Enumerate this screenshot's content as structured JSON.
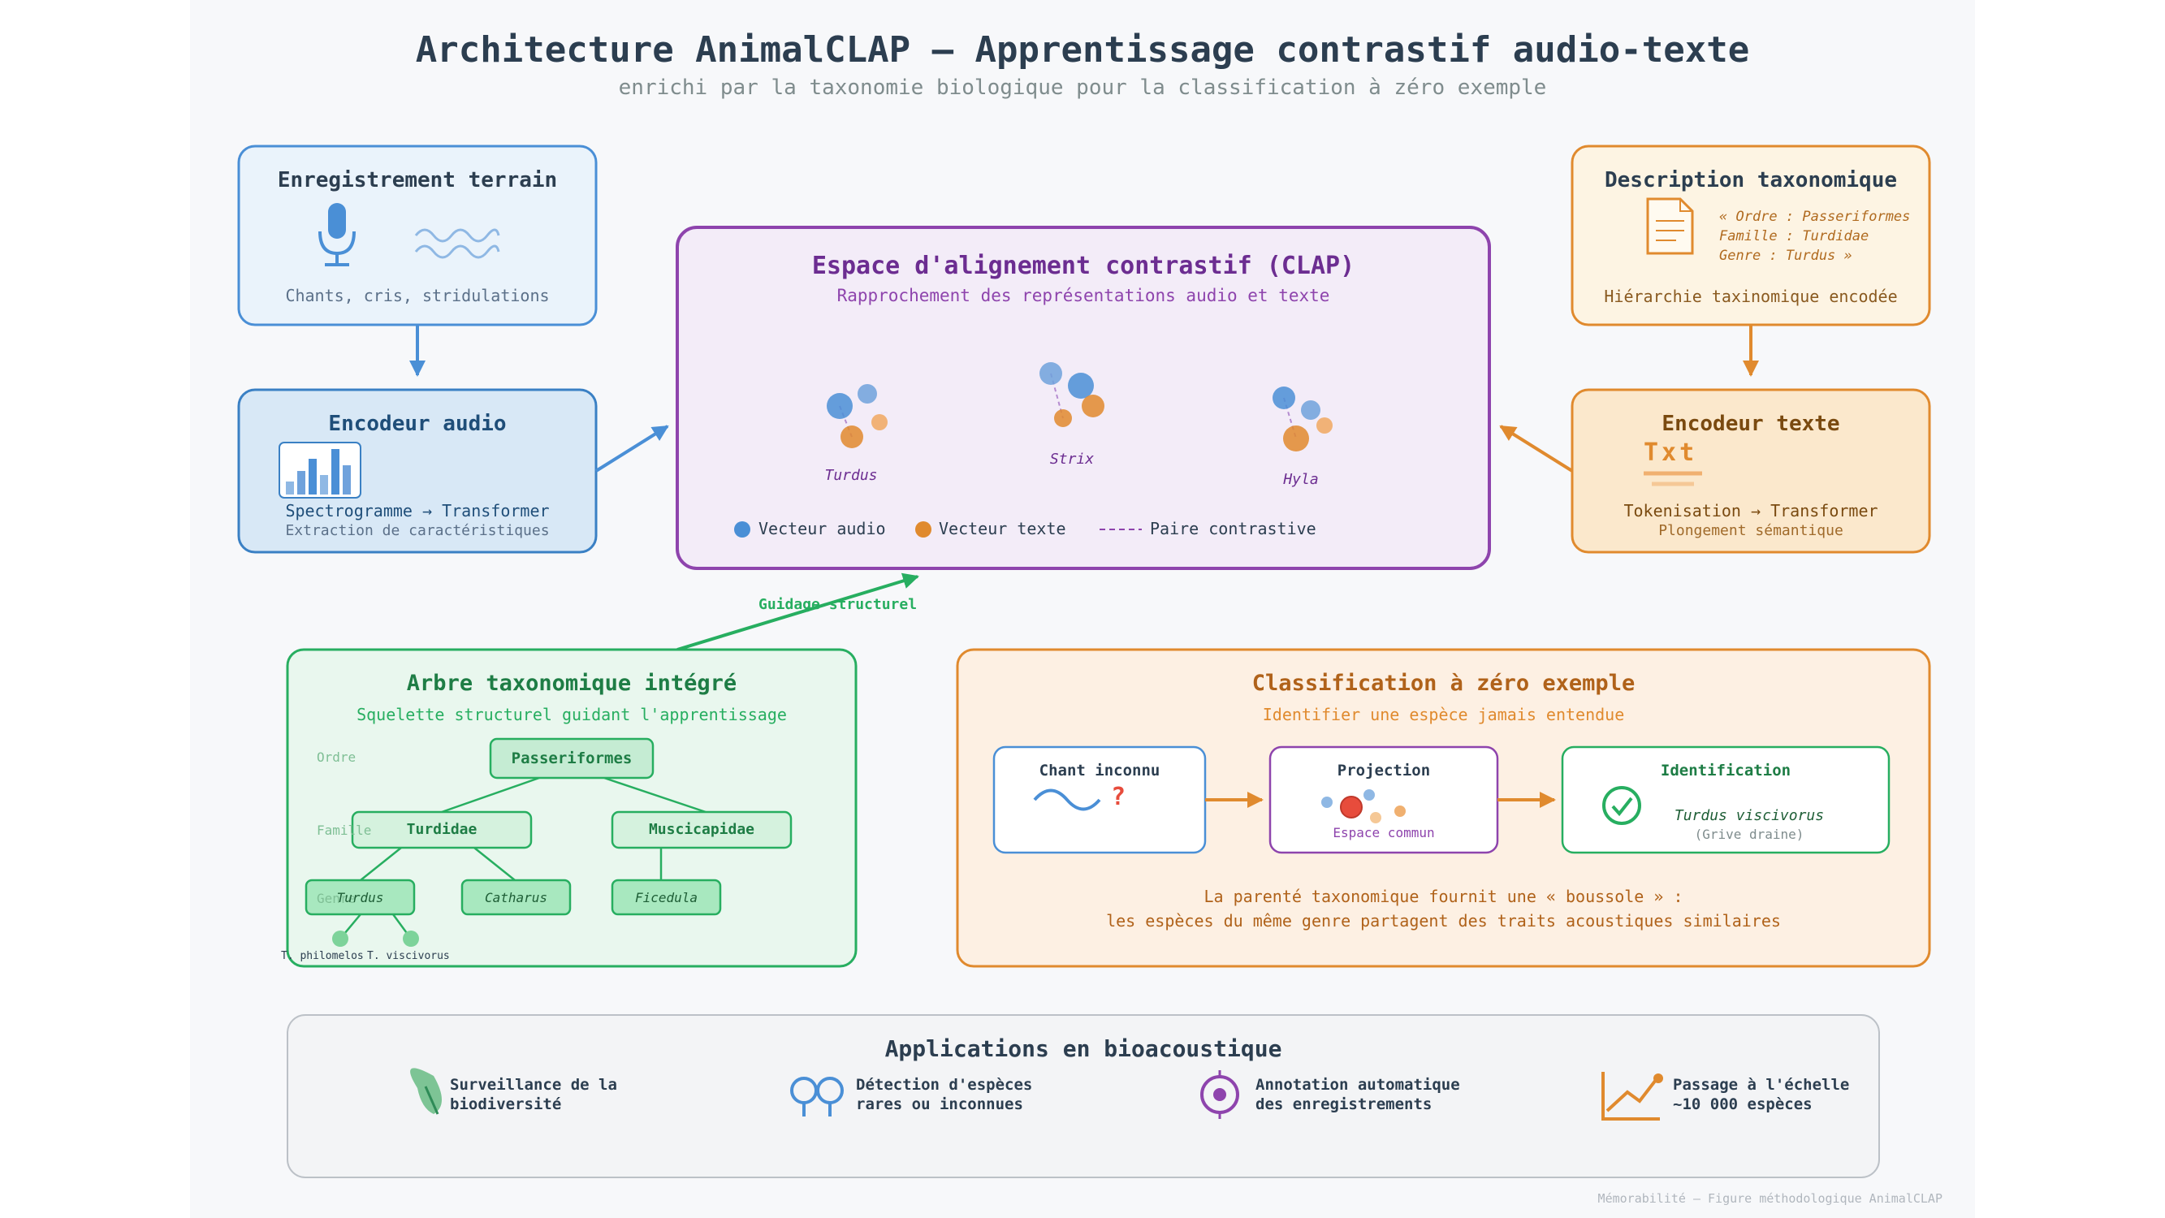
{
  "title": "Architecture AnimalCLAP — Apprentissage contrastif audio-texte",
  "subtitle": "enrichi par la taxonomie biologique pour la classification à zéro exemple",
  "field_recording": {
    "title": "Enregistrement terrain",
    "caption": "Chants, cris, stridulations",
    "icons": [
      "microphone-icon",
      "sound-wave-icon"
    ]
  },
  "audio_encoder": {
    "title": "Encodeur audio",
    "line1": "Spectrogramme → Transformer",
    "line2": "Extraction de caractéristiques",
    "icon": "spectrogram-icon"
  },
  "clap": {
    "title": "Espace d'alignement contrastif (CLAP)",
    "subtitle": "Rapprochement des représentations audio et texte",
    "clusters": [
      "Turdus",
      "Strix",
      "Hyla"
    ],
    "legend": [
      "Vecteur audio",
      "Vecteur texte",
      "Paire contrastive"
    ]
  },
  "tax_description": {
    "title": "Description taxonomique",
    "lines": [
      "« Ordre : Passeriformes",
      "Famille : Turdidae",
      "Genre : Turdus »"
    ],
    "caption": "Hiérarchie taxinomique encodée",
    "icon": "document-icon"
  },
  "text_encoder": {
    "title": "Encodeur texte",
    "icon_text": "Txt",
    "line1": "Tokenisation → Transformer",
    "line2": "Plongement sémantique"
  },
  "guidance_label": "Guidage structurel",
  "tree": {
    "title": "Arbre taxonomique intégré",
    "subtitle": "Squelette structurel guidant l'apprentissage",
    "levels": [
      "Ordre",
      "Famille",
      "Genre"
    ],
    "order": "Passeriformes",
    "families": [
      "Turdidae",
      "Muscicapidae"
    ],
    "genera": [
      "Turdus",
      "Catharus",
      "Ficedula"
    ],
    "species": [
      "T. philomelos",
      "T. viscivorus"
    ]
  },
  "zeroshot": {
    "title": "Classification à zéro exemple",
    "subtitle": "Identifier une espèce jamais entendue",
    "step1": {
      "title": "Chant inconnu",
      "mark": "?"
    },
    "step2": {
      "title": "Projection",
      "caption": "Espace commun"
    },
    "step3": {
      "title": "Identification",
      "species": "Turdus viscivorus",
      "common": "(Grive draine)"
    },
    "note1": "La parenté taxonomique fournit une « boussole » :",
    "note2": "les espèces du même genre partagent des traits acoustiques similaires"
  },
  "applications": {
    "title": "Applications en bioacoustique",
    "items": [
      {
        "line1": "Surveillance de la",
        "line2": "biodiversité",
        "icon": "leaf-icon"
      },
      {
        "line1": "Détection d'espèces",
        "line2": "rares ou inconnues",
        "icon": "binoculars-icon"
      },
      {
        "line1": "Annotation automatique",
        "line2": "des enregistrements",
        "icon": "target-icon"
      },
      {
        "line1": "Passage à l'échelle",
        "line2": "~10 000 espèces",
        "icon": "growth-chart-icon"
      }
    ]
  },
  "footer": "Mémorabilité — Figure méthodologique AnimalCLAP",
  "colors": {
    "title": "#2c3e50",
    "audio_blue": "#4a8fd6",
    "text_orange": "#e08a2e",
    "clap_purple": "#8e44ad",
    "tree_green": "#27ae60",
    "zeroshot_orange": "#e08a2e",
    "error_red": "#e74c3c"
  }
}
